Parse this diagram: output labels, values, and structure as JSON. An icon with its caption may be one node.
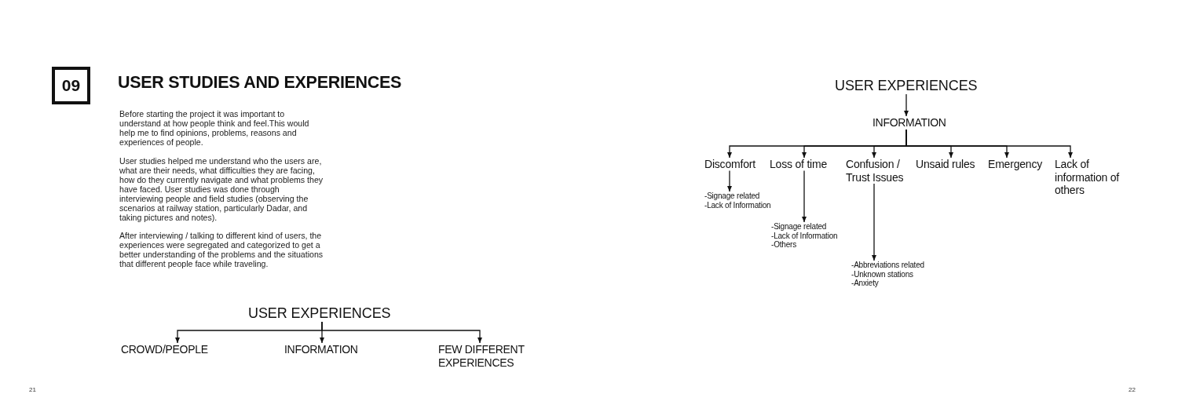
{
  "diagram": {
    "title": "USER STUDIES AND EXPERIENCES",
    "nodes": [
      {
        "text": [
          "09"
        ]
      },
      {
        "text": [
          "USER EXPERIENCES"
        ]
      },
      {
        "text": [
          "CROWD/PEOPLE"
        ]
      },
      {
        "text": [
          "INFORMATION"
        ]
      },
      {
        "text": [
          "FEW DIFFERENT EXPERIENCES"
        ]
      },
      {
        "text": [
          "USER EXPERIENCES"
        ]
      },
      {
        "text": [
          "INFORMATION"
        ]
      },
      {
        "text": [
          "Discomfort"
        ]
      },
      {
        "text": [
          "Loss of time"
        ]
      },
      {
        "text": [
          "Confusion / Trust Issues"
        ]
      },
      {
        "text": [
          "Unsaid rules"
        ]
      },
      {
        "text": [
          "Emergency"
        ]
      },
      {
        "text": [
          "Lack of information of others"
        ]
      },
      {
        "text": [
          "-Signage related",
          "-Lack of Information"
        ]
      },
      {
        "text": [
          "-Signage related",
          "-Lack of Information",
          "-Others"
        ]
      },
      {
        "text": [
          "-Abbreviations related",
          "-Unknown stations",
          "-Anxiety"
        ]
      }
    ],
    "edges": [
      {
        "from": 1,
        "to": 2,
        "arrow": "to"
      },
      {
        "from": 1,
        "to": 3,
        "arrow": "to"
      },
      {
        "from": 1,
        "to": 4,
        "arrow": "to"
      },
      {
        "from": 5,
        "to": 6,
        "arrow": "to"
      },
      {
        "from": 6,
        "to": 7,
        "arrow": "to"
      },
      {
        "from": 6,
        "to": 8,
        "arrow": "to"
      },
      {
        "from": 6,
        "to": 9,
        "arrow": "to"
      },
      {
        "from": 6,
        "to": 10,
        "arrow": "to"
      },
      {
        "from": 6,
        "to": 11,
        "arrow": "to"
      },
      {
        "from": 6,
        "to": 12,
        "arrow": "to"
      },
      {
        "from": 7,
        "to": 13,
        "arrow": "to"
      },
      {
        "from": 8,
        "to": 14,
        "arrow": "to"
      },
      {
        "from": 9,
        "to": 15,
        "arrow": "to"
      }
    ],
    "labels": [
      "Before starting the project it was important to understand at how people think and feel.This would help me to find opinions, problems, reasons and experiences of people.",
      "User studies helped me understand who the users are, what are their needs, what difficulties they are facing, how do they currently navigate and what problems they have faced. User studies was done through interviewing people and field studies (observing the scenarios at railway station, particularly Dadar, and taking pictures and notes).",
      "After interviewing / talking to different kind of users, the experiences were segregated and categorized to get a better understanding of the problems and the situations that different people face while traveling.",
      "21",
      "22"
    ]
  }
}
